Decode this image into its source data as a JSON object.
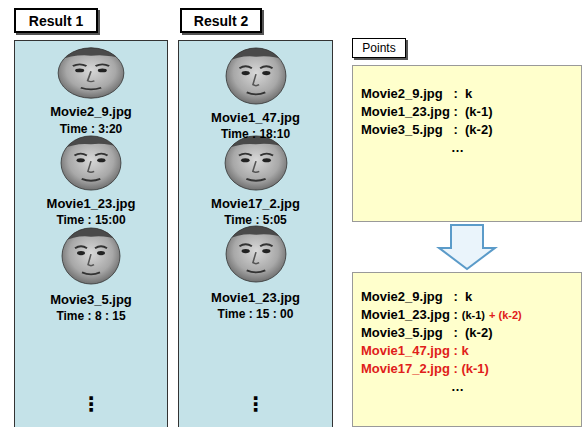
{
  "diagram": {
    "nodes": [
      {
        "text": [
          "Result 1"
        ]
      },
      {
        "text": [
          "Movie2_9.jpg",
          "Time : 3:20",
          "Movie1_23.jpg",
          "Time : 15:00",
          "Movie3_5.jpg",
          "Time : 8 : 15",
          "⋮"
        ]
      },
      {
        "text": [
          "Result 2"
        ]
      },
      {
        "text": [
          "Movie1_47.jpg",
          "Time : 18:10",
          "Movie17_2.jpg",
          "Time : 5:05",
          "Movie1_23.jpg",
          "Time : 15 : 00",
          "⋮"
        ]
      },
      {
        "text": [
          "Points"
        ]
      },
      {
        "text": [
          "Movie2_9.jpg   :  k",
          "Movie1_23.jpg :  (k-1)",
          "Movie3_5.jpg   :  (k-2)",
          "…"
        ]
      },
      {
        "text": [
          "Movie2_9.jpg   :  k",
          "Movie1_23.jpg :",
          "(k-1)",
          "+ (k-2)",
          "Movie3_5.jpg   :  (k-2)",
          "Movie1_47.jpg : k",
          "Movie17_2.jpg : (k-1)",
          "…"
        ]
      }
    ],
    "edges": [
      {
        "from": 5,
        "to": 6,
        "arrow": "to"
      }
    ]
  }
}
